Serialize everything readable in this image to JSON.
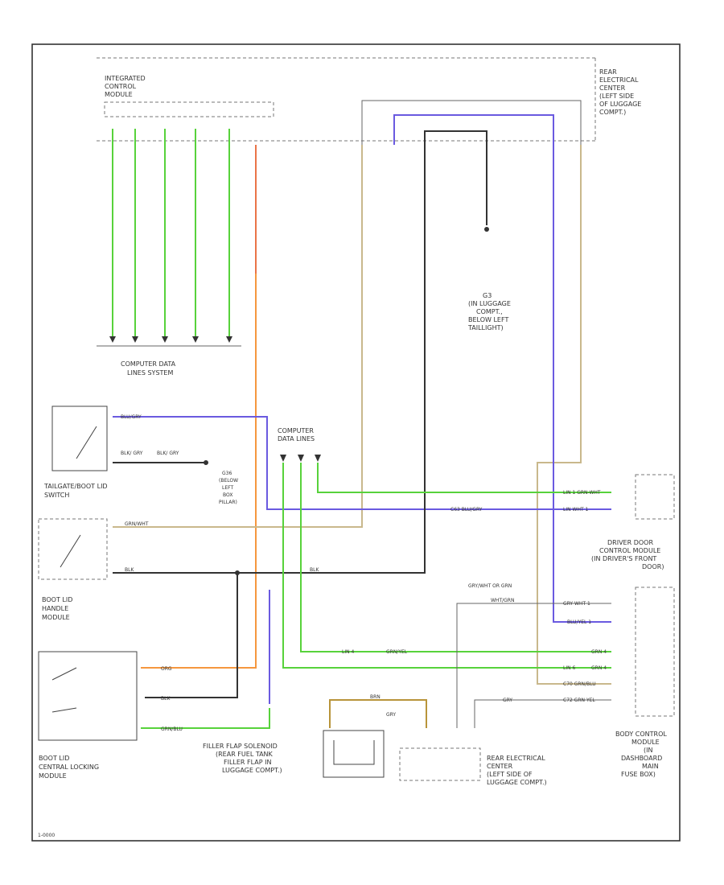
{
  "colors": {
    "green": "#57d23b",
    "orange": "#f5973f",
    "blue": "#6a5ae0",
    "tan": "#c9b88c",
    "black": "#333333",
    "gray": "#9a9a9a",
    "dark_gold": "#b8943a"
  },
  "modules": {
    "integrated_control_module": {
      "lines": [
        "INTEGRATED",
        "CONTROL",
        "MODULE"
      ]
    },
    "rear_electrical_center_top": {
      "lines": [
        "REAR",
        "ELECTRICAL",
        "CENTER",
        "(LEFT SIDE",
        "OF LUGGAGE",
        "COMPT.)"
      ]
    },
    "computer_data_lines_system": {
      "lines": [
        "COMPUTER DATA",
        "LINES SYSTEM"
      ]
    },
    "ground_g3": {
      "lines": [
        "G3",
        "(IN LUGGAGE",
        "COMPT.,",
        "BELOW LEFT",
        "TAILLIGHT)"
      ]
    },
    "computer_data_lines": {
      "lines": [
        "COMPUTER",
        "DATA LINES"
      ]
    },
    "tailgate_switch": {
      "lines": [
        "TAILGATE/BOOT LID",
        "SWITCH"
      ]
    },
    "ground_g36": {
      "lines": [
        "G36",
        "(BELOW",
        "LEFT",
        "BOX",
        "PILLAR)"
      ]
    },
    "boot_lid_handle": {
      "lines": [
        "BOOT LID",
        "HANDLE",
        "MODULE"
      ]
    },
    "boot_lid_locking": {
      "lines": [
        "BOOT LID",
        "CENTRAL LOCKING",
        "MODULE"
      ]
    },
    "filler_flap": {
      "lines": [
        "FILLER FLAP SOLENOID",
        "(REAR FUEL TANK",
        "FILLER FLAP IN",
        "LUGGAGE COMPT.)"
      ]
    },
    "rear_electrical_center_bottom": {
      "lines": [
        "REAR ELECTRICAL",
        "CENTER",
        "(LEFT SIDE OF",
        "LUGGAGE COMPT.)"
      ]
    },
    "driver_door": {
      "lines": [
        "DRIVER DOOR",
        "CONTROL MODULE",
        "(IN DRIVER'S FRONT",
        "DOOR)"
      ]
    },
    "body_control": {
      "lines": [
        "BODY CONTROL",
        "MODULE",
        "(IN",
        "DASHBOARD",
        "MAIN",
        "FUSE BOX)"
      ]
    }
  },
  "wire_labels": {
    "w_blu_gry_top": "BLU/GRY",
    "w_blk_gry": "BLK/ GRY",
    "w_blk_gry_2": "BLK/ GRY",
    "w_grn_wht": "GRN/WHT",
    "w_blk": "BLK",
    "w_blk_2": "BLK",
    "w_org": "ORG",
    "w_blk_3": "BLK",
    "w_grn_blu": "GRN/BLU",
    "w_c63_blu_gry": "C63 BLU/GRY",
    "w_lin1": "LIN 1 GRN-WHT",
    "w_lin_wht": "LIN WHT 1",
    "w_gry_wht_or": "GRY/WHT OR GRN",
    "w_wht_grn": "WHT/GRN",
    "w_gry_wht": "GRY WHT 1",
    "w_blu_yel": "BLU/YEL 1",
    "w_lin4": "LIN 4",
    "w_grn_yel": "GRN/YEL",
    "w_grn_1": "GRN 4",
    "w_lin6": "LIN 6",
    "w_grn_41": "GRN 4",
    "w_c70": "C70 GRN/BLU",
    "w_gry": "GRY",
    "w_c72": "C72 GRN YEL",
    "w_brn": "BRN",
    "w_gry2": "GRY",
    "code": "1-0000"
  }
}
